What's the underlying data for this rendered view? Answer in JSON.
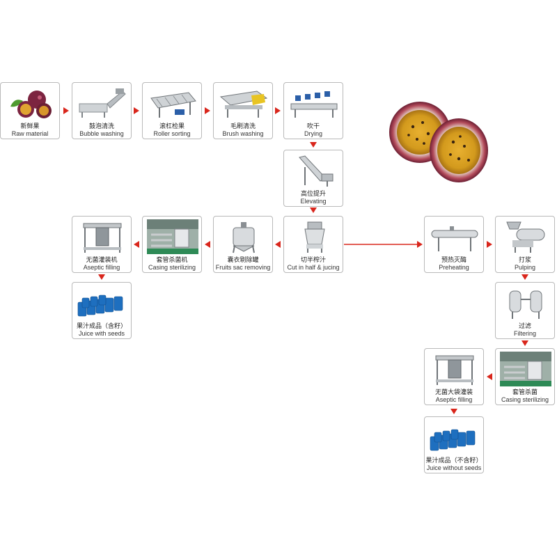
{
  "colors": {
    "arrow": "#d9261c",
    "steel": "#bfc4c8",
    "barrel": "#1e6fbf",
    "border": "#b9b9b9"
  },
  "steps": {
    "raw": {
      "cn": "新鲜果",
      "en": "Raw material",
      "icon": "passion-fruit-icon"
    },
    "bubble": {
      "cn": "鼓泡清洗",
      "en": "Bubble washing",
      "icon": "bubble-washer-icon"
    },
    "roller": {
      "cn": "滚杠检果",
      "en": "Roller sorting",
      "icon": "roller-sorter-icon"
    },
    "brush": {
      "cn": "毛刷清洗",
      "en": "Brush washing",
      "icon": "brush-washer-icon"
    },
    "drying": {
      "cn": "吹干",
      "en": "Drying",
      "icon": "air-dryer-icon"
    },
    "elevating": {
      "cn": "高位提升",
      "en": "Elevating",
      "icon": "elevator-conveyor-icon"
    },
    "cut": {
      "cn": "切半榨汁",
      "en": "Cut in half & jucing",
      "icon": "juicer-icon"
    },
    "sac": {
      "cn": "囊衣剔除罐",
      "en": "Fruits sac removing",
      "icon": "tank-icon"
    },
    "casing1": {
      "cn": "套管杀菌机",
      "en": "Casing sterilizing",
      "icon": "sterilizer-plant-icon"
    },
    "aseptic1": {
      "cn": "无菌灌装机",
      "en": "Aseptic filling",
      "icon": "aseptic-filler-icon"
    },
    "seeds": {
      "cn": "果汁成品（含籽）",
      "en": "Juice with seeds",
      "icon": "barrels-icon"
    },
    "preheat": {
      "cn": "预热灭酶",
      "en": "Preheating",
      "icon": "preheater-icon"
    },
    "pulping": {
      "cn": "打浆",
      "en": "Pulping",
      "icon": "pulper-icon"
    },
    "filtering": {
      "cn": "过滤",
      "en": "Filtering",
      "icon": "twin-filter-icon"
    },
    "casing2": {
      "cn": "套管杀菌",
      "en": "Casing sterilizing",
      "icon": "sterilizer-plant-icon"
    },
    "aseptic2": {
      "cn": "无菌大袋灌装",
      "en": "Aseptic filling",
      "icon": "aseptic-filler-icon"
    },
    "noseeds": {
      "cn": "果汁成品（不含籽）",
      "en": "Juice without seeds",
      "icon": "barrels-icon"
    }
  },
  "decor": {
    "hero": "halved-passion-fruit-icon"
  }
}
